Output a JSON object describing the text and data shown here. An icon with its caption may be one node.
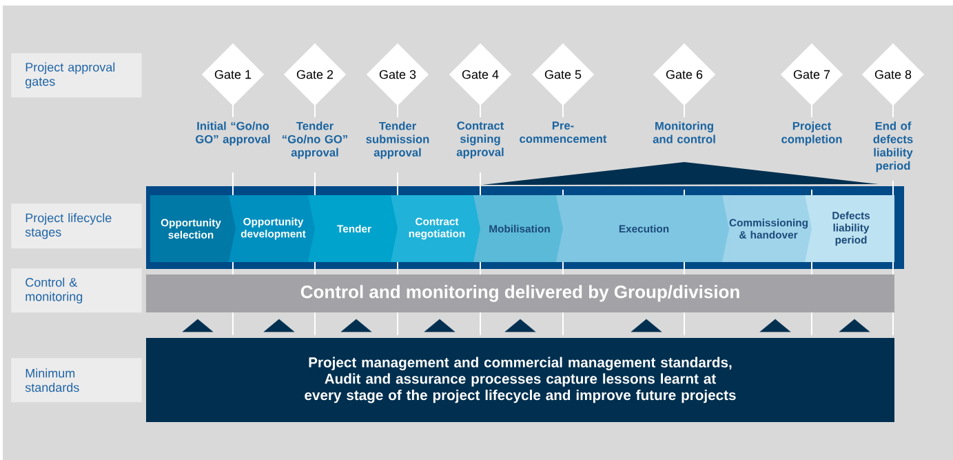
{
  "diagram": {
    "nodes": [
      {
        "text": [
          "Project approval gates"
        ]
      },
      {
        "text": [
          "Gate 1"
        ]
      },
      {
        "text": [
          "Gate 2"
        ]
      },
      {
        "text": [
          "Gate 3"
        ]
      },
      {
        "text": [
          "Gate 4"
        ]
      },
      {
        "text": [
          "Gate 5"
        ]
      },
      {
        "text": [
          "Gate 6"
        ]
      },
      {
        "text": [
          "Gate 7"
        ]
      },
      {
        "text": [
          "Gate 8"
        ]
      },
      {
        "text": [
          "Project lifecycle stages"
        ]
      },
      {
        "text": [
          "Opportunity selection"
        ]
      },
      {
        "text": [
          "Opportunity development"
        ]
      },
      {
        "text": [
          "Tender"
        ]
      },
      {
        "text": [
          "Contract negotiation"
        ]
      },
      {
        "text": [
          "Mobilisation"
        ]
      },
      {
        "text": [
          "Execution"
        ]
      },
      {
        "text": [
          "Commissioning & handover"
        ]
      },
      {
        "text": [
          "Defects liability period"
        ]
      },
      {
        "text": [
          "Control & monitoring"
        ]
      },
      {
        "text": [
          "Control and monitoring delivered by Group/division"
        ]
      },
      {
        "text": [
          "Minimum standards"
        ]
      },
      {
        "text": [
          "Project management and commercial management standards, Audit and assurance processes capture lessons learnt at every stage of the project lifecycle and improve future projects"
        ]
      },
      {
        "text": [],
        "shape": "triangle"
      }
    ],
    "edges": [
      {
        "from": 21,
        "to": 19,
        "arrow": "to"
      },
      {
        "from": 21,
        "to": 19,
        "arrow": "to"
      },
      {
        "from": 21,
        "to": 19,
        "arrow": "to"
      },
      {
        "from": 21,
        "to": 19,
        "arrow": "to"
      },
      {
        "from": 21,
        "to": 19,
        "arrow": "to"
      },
      {
        "from": 21,
        "to": 19,
        "arrow": "to"
      },
      {
        "from": 21,
        "to": 19,
        "arrow": "to"
      },
      {
        "from": 21,
        "to": 19,
        "arrow": "to"
      }
    ],
    "labels": [
      "Initial “Go/no GO” approval",
      "Tender “Go/no GO” approval",
      "Tender submission approval",
      "Contract signing approval",
      "Pre-commencement",
      "Monitoring and control",
      "Project completion",
      "End of defects liability period"
    ]
  }
}
